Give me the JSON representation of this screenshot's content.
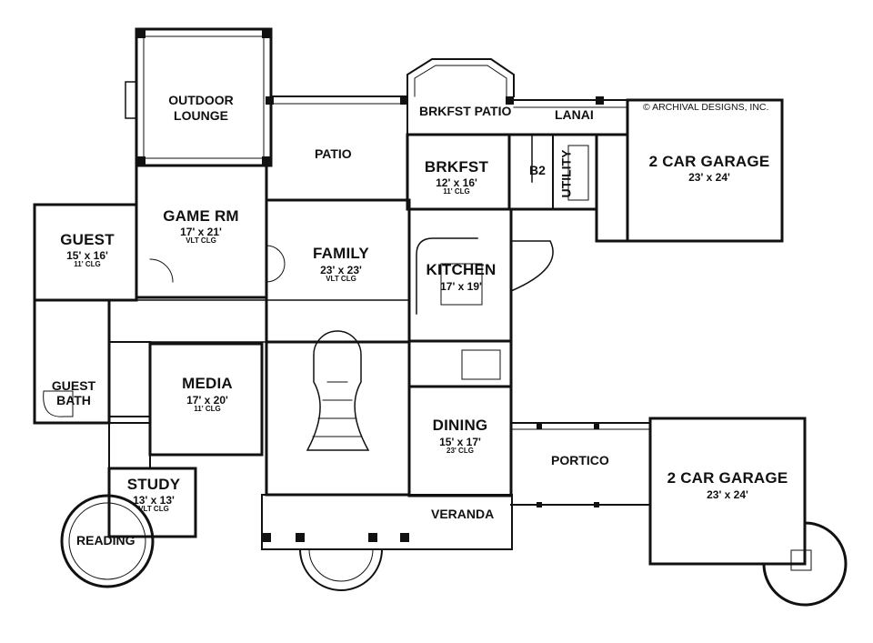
{
  "copyright": "© ARCHIVAL DESIGNS, INC.",
  "rooms": {
    "outdoor_lounge": {
      "name_line1": "OUTDOOR",
      "name_line2": "LOUNGE"
    },
    "patio": {
      "name": "PATIO"
    },
    "brkfst_patio": {
      "name": "BRKFST PATIO"
    },
    "lanai": {
      "name": "LANAI"
    },
    "brkfst": {
      "name": "BRKFST",
      "dims": "12' x 16'",
      "ceiling": "11' CLG"
    },
    "b2": {
      "name": "B2"
    },
    "utility": {
      "name": "UTILITY"
    },
    "garage_top": {
      "name": "2 CAR GARAGE",
      "dims": "23' x 24'"
    },
    "game_rm": {
      "name": "GAME RM",
      "dims": "17' x 21'",
      "ceiling": "VLT CLG"
    },
    "guest": {
      "name": "GUEST",
      "dims": "15' x 16'",
      "ceiling": "11' CLG"
    },
    "family": {
      "name": "FAMILY",
      "dims": "23' x 23'",
      "ceiling": "VLT CLG"
    },
    "kitchen": {
      "name": "KITCHEN",
      "dims": "17' x 19'"
    },
    "media": {
      "name": "MEDIA",
      "dims": "17' x 20'",
      "ceiling": "11' CLG"
    },
    "guest_bath": {
      "name_line1": "GUEST",
      "name_line2": "BATH"
    },
    "dining": {
      "name": "DINING",
      "dims": "15' x 17'",
      "ceiling": "23' CLG"
    },
    "portico": {
      "name": "PORTICO"
    },
    "garage_bottom": {
      "name": "2 CAR GARAGE",
      "dims": "23' x 24'"
    },
    "study": {
      "name": "STUDY",
      "dims": "13' x 13'",
      "ceiling": "VLT CLG"
    },
    "reading": {
      "name": "READING"
    },
    "veranda": {
      "name": "VERANDA"
    }
  }
}
